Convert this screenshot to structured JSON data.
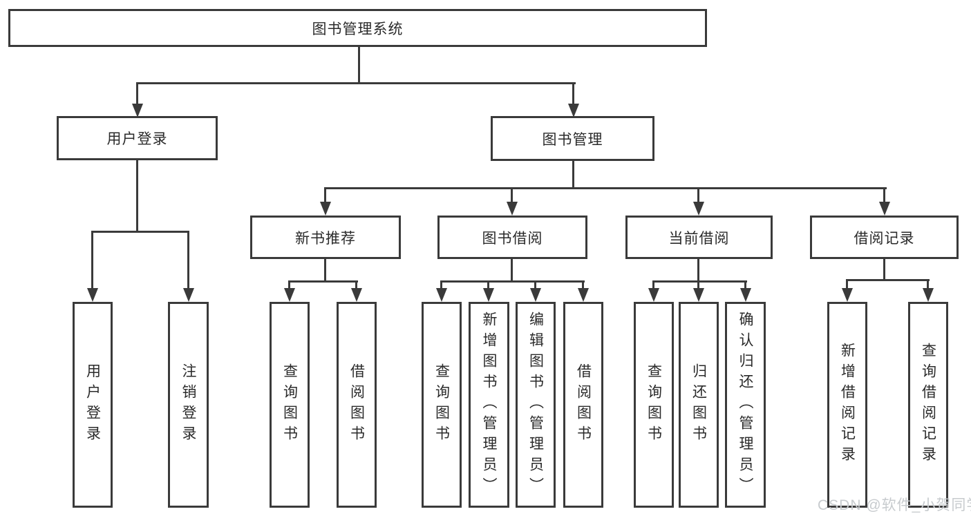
{
  "colors": {
    "background": "#ffffff",
    "line": "#3a3a3a",
    "box_border": "#3a3a3a",
    "box_fill": "#ffffff",
    "text": "#2a2a2a",
    "watermark": "#c7cbce"
  },
  "watermark": {
    "text": "CSDN @软件_小贺同学"
  },
  "tree": {
    "root": {
      "label": "图书管理系统"
    },
    "level2": {
      "user_login": {
        "label": "用户登录"
      },
      "book_mgmt": {
        "label": "图书管理"
      }
    },
    "level3": {
      "new_books": {
        "label": "新书推荐"
      },
      "book_borrow": {
        "label": "图书借阅"
      },
      "current_borrow": {
        "label": "当前借阅"
      },
      "borrow_records": {
        "label": "借阅记录"
      }
    },
    "leaves": {
      "user_login_login": {
        "label": "用户登录"
      },
      "user_login_logout": {
        "label": "注销登录"
      },
      "new_books_query": {
        "label": "查询图书"
      },
      "new_books_borrow": {
        "label": "借阅图书"
      },
      "book_borrow_query": {
        "label": "查询图书"
      },
      "book_borrow_add": {
        "label": "新增图书（管理员）"
      },
      "book_borrow_edit": {
        "label": "编辑图书（管理员）"
      },
      "book_borrow_borrow": {
        "label": "借阅图书"
      },
      "current_query": {
        "label": "查询图书"
      },
      "current_return": {
        "label": "归还图书"
      },
      "current_confirm": {
        "label": "确认归还（管理员）"
      },
      "records_add": {
        "label": "新增借阅记录"
      },
      "records_query": {
        "label": "查询借阅记录"
      }
    }
  }
}
